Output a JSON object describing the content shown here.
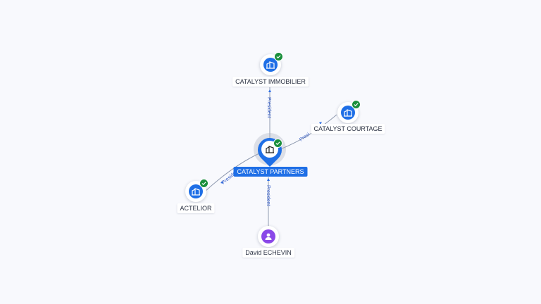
{
  "nodes": {
    "center": {
      "label": "CATALYST PARTNERS",
      "icon": "building-icon",
      "verified": true,
      "accent": "#1f6fe6"
    },
    "immobilier": {
      "label": "CATALYST IMMOBILIER",
      "icon": "building-icon",
      "verified": true
    },
    "courtage": {
      "label": "CATALYST COURTAGE",
      "icon": "building-icon",
      "verified": true
    },
    "actelior": {
      "label": "ACTELIOR",
      "icon": "building-icon",
      "verified": true
    },
    "person": {
      "label": "David ECHEVIN",
      "icon": "person-icon",
      "color": "#8a48e8"
    }
  },
  "edges": [
    {
      "from": "center",
      "to": "immobilier",
      "label": "President"
    },
    {
      "from": "center",
      "to": "courtage",
      "label": "Presi"
    },
    {
      "from": "center",
      "to": "actelior",
      "label": "President"
    },
    {
      "from": "person",
      "to": "center",
      "label": "President"
    }
  ],
  "colors": {
    "company": "#1f6fe6",
    "person": "#8a48e8",
    "verified": "#1a8f3c",
    "edge_label": "#3c63c9"
  }
}
